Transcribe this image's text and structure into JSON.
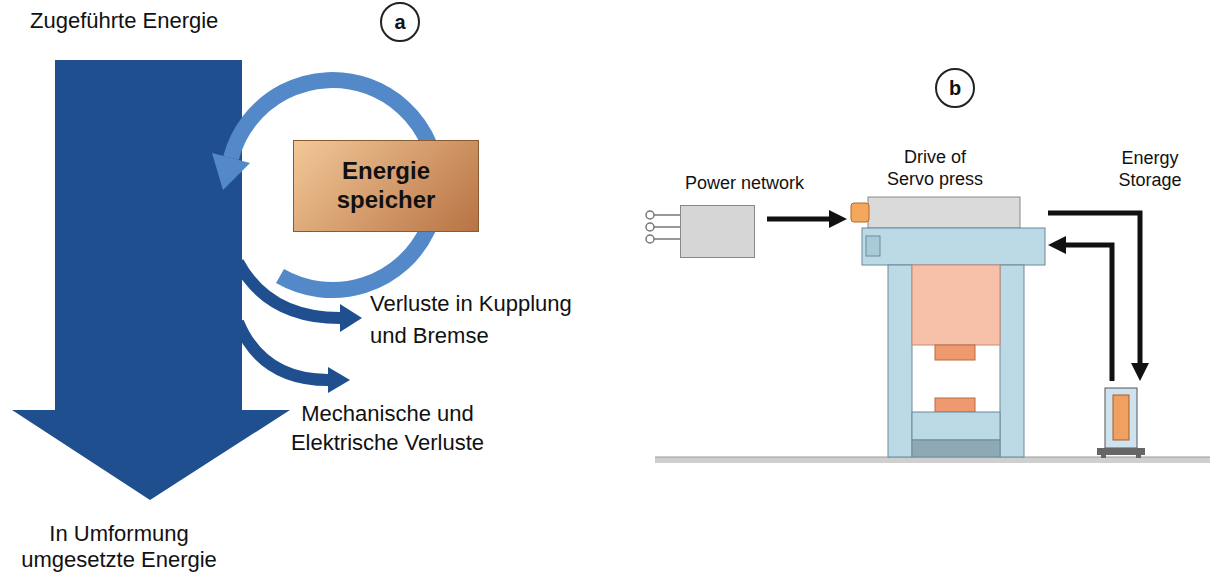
{
  "diagram": {
    "nodes": [
      {
        "text": [
          "a"
        ]
      },
      {
        "text": [
          "Energie speicher"
        ]
      },
      {
        "text": [
          "b"
        ]
      },
      {
        "text": [
          "Power network"
        ]
      },
      {
        "text": [
          "Drive of Servo press"
        ]
      },
      {
        "text": [
          "Energy Storage"
        ]
      }
    ],
    "edges": [
      {
        "from": 3,
        "to": 4,
        "arrow": "to"
      },
      {
        "from": 4,
        "to": 5,
        "arrow": "to"
      },
      {
        "from": 5,
        "to": 4,
        "arrow": "to"
      }
    ],
    "labels": [
      "Zugeführte Energie",
      "Verluste in Kupplung und Bremse",
      "Mechanische und Elektrische Verluste",
      "In Umformung umgesetzte Energie"
    ]
  }
}
